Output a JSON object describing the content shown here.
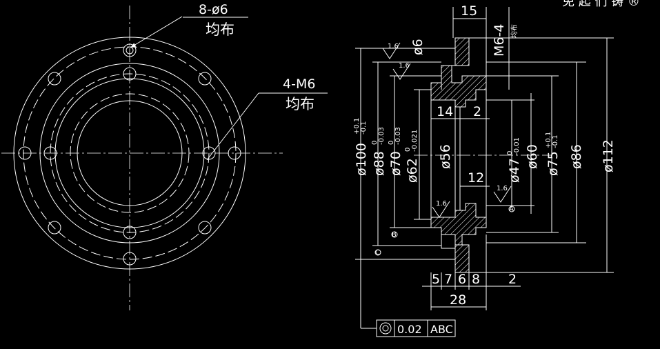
{
  "front_view": {
    "callout_holes": "8-ø6",
    "callout_holes_note": "均布",
    "callout_tapped": "4-M6",
    "callout_tapped_note": "均布"
  },
  "section_view": {
    "dim_top": "15",
    "dim_thread": "M6-4",
    "dim_thread_note": "均布",
    "dim_hole": "ø6",
    "dia_100": "ø100",
    "dia_100_tol_up": "+0.1",
    "dia_100_tol_lo": "-0.1",
    "dia_88": "ø88",
    "dia_88_tol_up": "0",
    "dia_88_tol_lo": "-0.03",
    "dia_70": "ø70",
    "dia_70_tol_up": "0",
    "dia_70_tol_lo": "-0.03",
    "dia_62": "ø62",
    "dia_62_tol_up": "0",
    "dia_62_tol_lo": "-0.021",
    "dia_56": "ø56",
    "dia_47": "ø47",
    "dia_47_tol_up": "0",
    "dia_47_tol_lo": "-0.01",
    "dia_60": "ø60",
    "dia_75": "ø75",
    "dia_75_tol_up": "+0.1",
    "dia_75_tol_lo": "-0.1",
    "dia_86": "ø86",
    "dia_112": "ø112",
    "dim_14": "14",
    "dim_2a": "2",
    "dim_12": "12",
    "dim_5": "5",
    "dim_7": "7",
    "dim_6": "6",
    "dim_8": "8",
    "dim_2b": "2",
    "dim_28": "28",
    "rough_1": "1.6",
    "rough_2": "1.6",
    "rough_3": "1.6",
    "rough_4": "1.6",
    "tol_value": "0.02",
    "tol_datum": "ABC",
    "datum_a": "A",
    "datum_b": "B",
    "datum_c": "C",
    "corner_text": "免 起 们 铸 ®"
  }
}
